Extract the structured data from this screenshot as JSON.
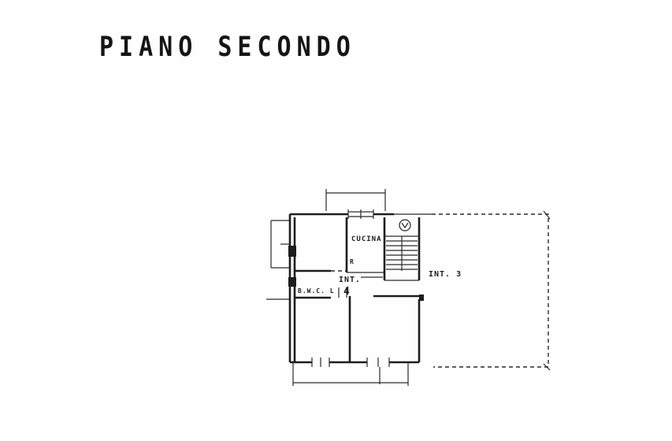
{
  "title": "PIANO SECONDO",
  "labels": {
    "kitchen": "CUCINA",
    "unit4_prefix": "INT.",
    "unit4_number": "4",
    "unit3": "INT. 3",
    "bathroom": "B.W.C. L",
    "small_mark": "R"
  }
}
